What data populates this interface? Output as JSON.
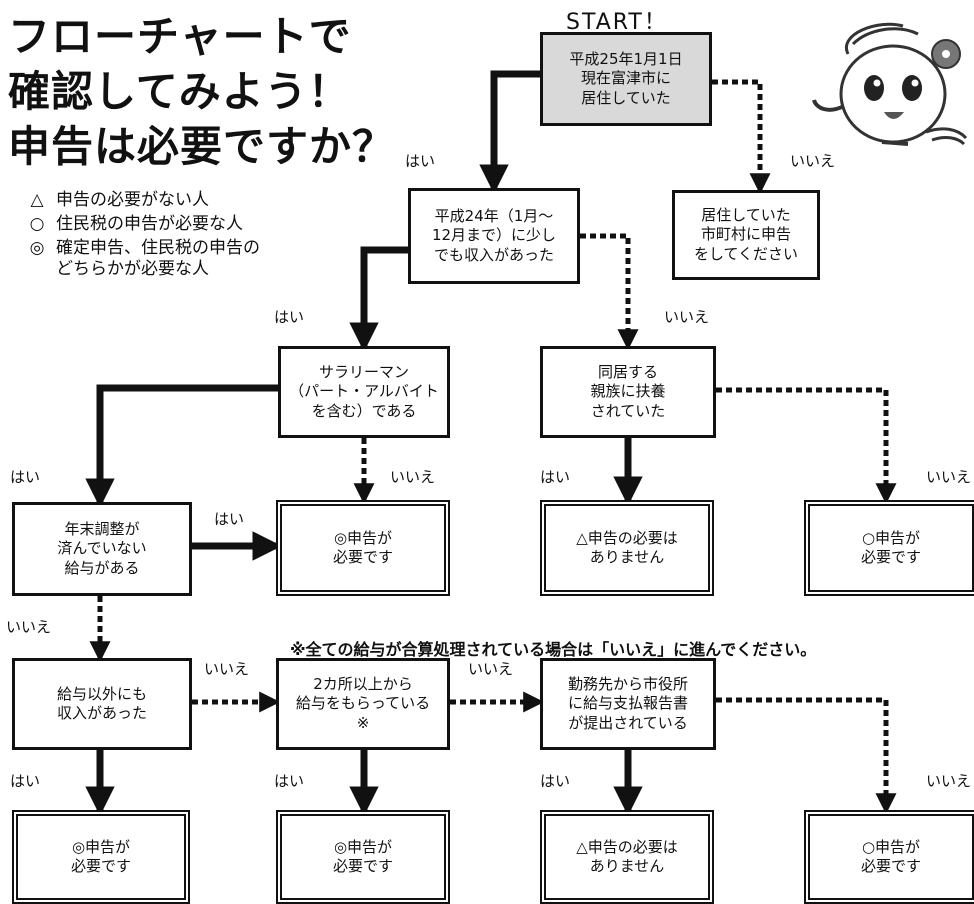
{
  "title": [
    "フローチャートで",
    "確認してみよう！",
    "申告は必要ですか？"
  ],
  "legend": [
    {
      "symbol": "△",
      "text": "申告の必要がない人"
    },
    {
      "symbol": "○",
      "text": "住民税の申告が必要な人"
    },
    {
      "symbol": "◎",
      "text": "確定申告、住民税の申告の\nどちらかが必要な人"
    }
  ],
  "start_label": "START！",
  "note": "※全ての給与が合算処理されている場合は「いいえ」に進んでください。",
  "yes": "はい",
  "no": "いいえ",
  "nodes": {
    "start": "平成25年1月1日\n現在富津市に\n居住していた",
    "other_city": "居住していた\n市町村に申告\nをしてください",
    "income_2012": "平成24年（1月～\n12月まで）に少し\nでも収入があった",
    "salaryman": "サラリーマン\n（パート・アルバイト\nを含む）である",
    "dependent": "同居する\n親族に扶養\nされていた",
    "yearend": "年末調整が\n済んでいない\n給与がある",
    "r1": "◎申告が\n必要です",
    "r2": "△申告の必要は\nありません",
    "r3": "○申告が\n必要です",
    "other_income": "給与以外にも\n収入があった",
    "two_places": "2カ所以上から\n給与をもらっている\n※",
    "report_submitted": "勤務先から市役所\nに給与支払報告書\nが提出されている",
    "r4": "◎申告が\n必要です",
    "r5": "◎申告が\n必要です",
    "r6": "△申告の必要は\nありません",
    "r7": "○申告が\n必要です"
  }
}
